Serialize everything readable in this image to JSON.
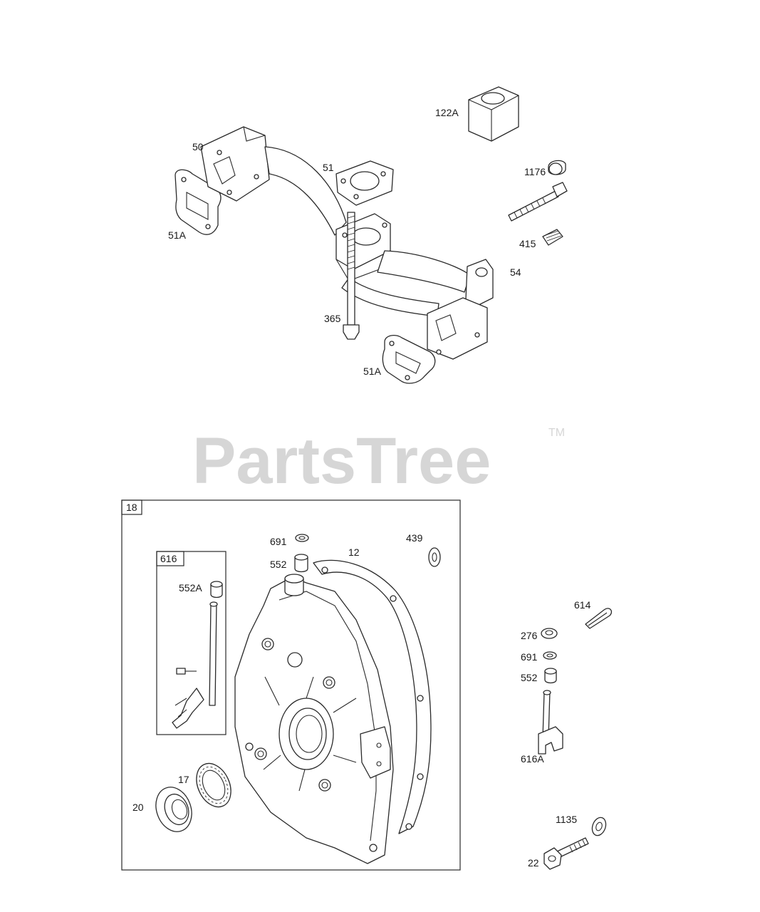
{
  "watermark": {
    "brand": "PartsTree",
    "trademark": "TM"
  },
  "groups": {
    "g18": "18",
    "g616": "616"
  },
  "labels": {
    "l122A": "122A",
    "l50": "50",
    "l51": "51",
    "l1176": "1176",
    "l51A_top": "51A",
    "l415": "415",
    "l54": "54",
    "l365": "365",
    "l51A_bottom": "51A",
    "l691_top": "691",
    "l439": "439",
    "l12": "12",
    "l552_top": "552",
    "l552A": "552A",
    "l614": "614",
    "l276": "276",
    "l691_right": "691",
    "l552_right": "552",
    "l616A": "616A",
    "l17": "17",
    "l20": "20",
    "l1135": "1135",
    "l22": "22"
  },
  "colors": {
    "line": "#2a2a2a",
    "watermark": "#d6d6d6",
    "background": "#ffffff"
  }
}
